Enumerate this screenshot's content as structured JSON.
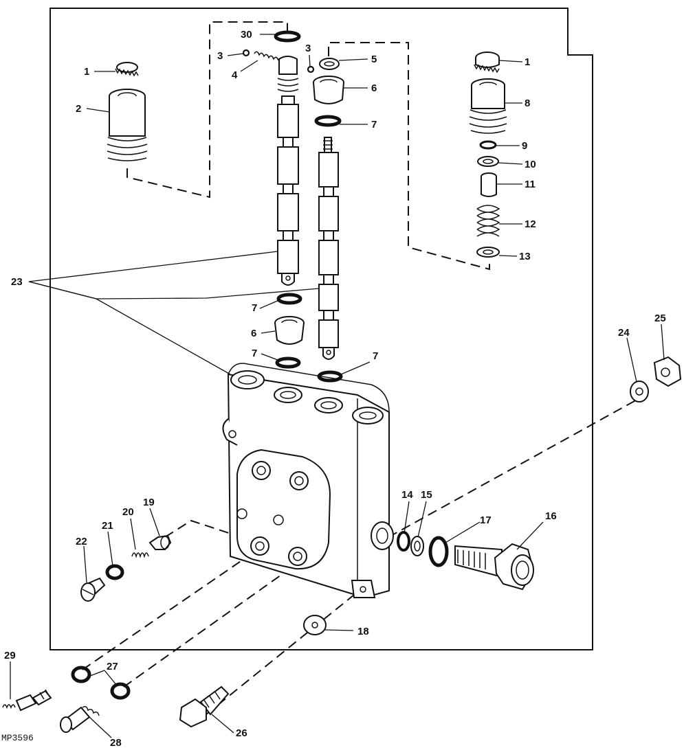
{
  "figure_code": "MP3596",
  "callouts": {
    "c1a": "1",
    "c1b": "1",
    "c2": "2",
    "c3a": "3",
    "c3b": "3",
    "c4": "4",
    "c5": "5",
    "c6a": "6",
    "c6b": "6",
    "c7a": "7",
    "c7b": "7",
    "c7c": "7",
    "c7d": "7",
    "c8": "8",
    "c9": "9",
    "c10": "10",
    "c11": "11",
    "c12": "12",
    "c13": "13",
    "c14": "14",
    "c15": "15",
    "c16": "16",
    "c17": "17",
    "c18": "18",
    "c19": "19",
    "c20": "20",
    "c21": "21",
    "c22": "22",
    "c23": "23",
    "c24": "24",
    "c25": "25",
    "c26": "26",
    "c27": "27",
    "c28": "28",
    "c29": "29",
    "c30": "30"
  }
}
